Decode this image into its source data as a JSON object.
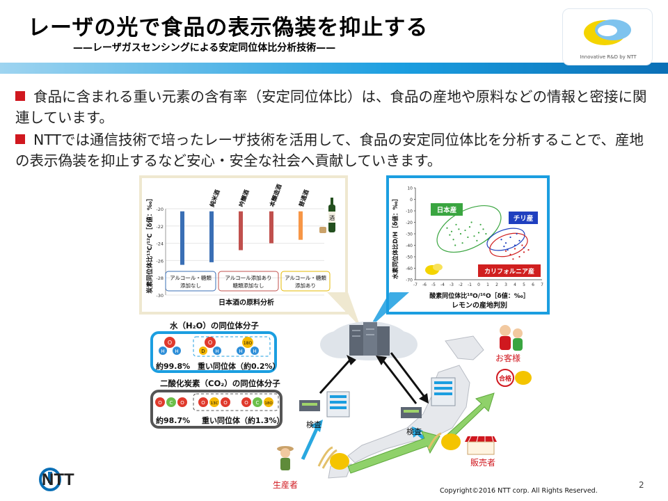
{
  "header": {
    "title": "レーザの光で食品の表示偽装を抑止する",
    "subtitle": "——レーザガスセンシングによる安定同位体比分析技術——",
    "logo_caption": "Innovative R&D by NTT"
  },
  "bullets": [
    "食品に含まれる重い元素の含有率（安定同位体比）は、食品の産地や原料などの情報と密接に関連しています。",
    "NTTでは通信技術で培ったレーザ技術を活用して、食品の安定同位体比を分析することで、産地の表示偽装を抑止するなど安心・安全な社会へ貢献していきます。"
  ],
  "charts": {
    "sake": {
      "ylabel": "炭素同位体比¹³C/¹²C［δ値：‰］",
      "title": "日本酒の原料分析",
      "series_labels": [
        "純米酒",
        "吟醸酒",
        "本醸造酒",
        "普通酒"
      ],
      "groups": [
        "アルコール・糖類\n添加なし",
        "アルコール添加あり\n糖類添加なし",
        "アルコール・糖類\n添加あり"
      ],
      "bottle_label": "酒"
    },
    "lemon": {
      "ylabel": "水素同位体比D/H［δ値：‰］",
      "xlabel": "酸素同位体比¹⁸O/¹⁶O［δ値：‰］",
      "title": "レモンの産地判別",
      "label_japan": "日本産",
      "label_chile": "チリ産",
      "label_california": "カリフォルニア産"
    }
  },
  "chart_data": [
    {
      "type": "bar",
      "title": "日本酒の原料分析",
      "ylabel": "炭素同位体比¹³C/¹²C［δ値：‰］",
      "ylim": [
        -30,
        -20
      ],
      "yticks": [
        -20,
        -22,
        -24,
        -26,
        -28,
        -30
      ],
      "series": [
        {
          "name": "純米酒",
          "color": "#3a6fb5",
          "ranges": [
            [
              -20.3,
              -26.5
            ],
            [
              -20.3,
              -26.2
            ]
          ]
        },
        {
          "name": "吟醸酒",
          "color": "#c0504d",
          "ranges": [
            [
              -20.3,
              -24.8
            ]
          ]
        },
        {
          "name": "本醸造酒",
          "color": "#c0504d",
          "ranges": [
            [
              -20.3,
              -24.0
            ]
          ]
        },
        {
          "name": "普通酒",
          "color": "#f79646",
          "ranges": [
            [
              -20.3,
              -23.6
            ]
          ]
        }
      ]
    },
    {
      "type": "scatter",
      "title": "レモンの産地判別",
      "xlabel": "酸素同位体比¹⁸O/¹⁶O［δ値：‰］",
      "ylabel": "水素同位体比D/H［δ値：‰］",
      "xlim": [
        -7,
        7
      ],
      "ylim": [
        -70,
        10
      ],
      "xticks": [
        -7,
        -6,
        -5,
        -4,
        -3,
        -2,
        -1,
        0,
        1,
        2,
        3,
        4,
        5,
        6,
        7
      ],
      "yticks": [
        10,
        0,
        -10,
        -20,
        -30,
        -40,
        -50,
        -60,
        -70
      ],
      "series": [
        {
          "name": "日本産",
          "color": "#3aa540",
          "points": [
            [
              -3.5,
              -25
            ],
            [
              -3,
              -28
            ],
            [
              -2.5,
              -22
            ],
            [
              -2,
              -30
            ],
            [
              -1.5,
              -27
            ],
            [
              -1,
              -24
            ],
            [
              -0.5,
              -32
            ],
            [
              0,
              -29
            ],
            [
              0.5,
              -26
            ],
            [
              1,
              -35
            ],
            [
              -2.8,
              -35
            ],
            [
              -1.8,
              -38
            ],
            [
              -0.8,
              -20
            ],
            [
              0.2,
              -22
            ],
            [
              -3.2,
              -31
            ],
            [
              -2.2,
              -26
            ],
            [
              -1.2,
              -33
            ],
            [
              0.8,
              -30
            ],
            [
              -0.2,
              -36
            ],
            [
              -2.6,
              -40
            ]
          ]
        },
        {
          "name": "チリ産",
          "color": "#1f3fbf",
          "points": [
            [
              2.5,
              -35
            ],
            [
              3,
              -38
            ],
            [
              3.5,
              -33
            ],
            [
              4,
              -40
            ],
            [
              4.5,
              -36
            ],
            [
              5,
              -42
            ],
            [
              3.2,
              -44
            ],
            [
              4.2,
              -30
            ],
            [
              2.8,
              -41
            ]
          ]
        },
        {
          "name": "カリフォルニア産",
          "color": "#d01f1f",
          "points": [
            [
              3,
              -45
            ],
            [
              3.5,
              -48
            ],
            [
              4,
              -43
            ],
            [
              4.5,
              -50
            ],
            [
              5,
              -46
            ],
            [
              5.5,
              -44
            ],
            [
              3.8,
              -52
            ],
            [
              4.8,
              -40
            ]
          ]
        }
      ]
    }
  ],
  "molecules": {
    "water_title": "水（H₂O）の同位体分子",
    "water_main": "約99.8%",
    "water_heavy": "重い同位体（約0.2%）",
    "co2_title": "二酸化炭素（CO₂）の同位体分子",
    "co2_main": "約98.7%",
    "co2_heavy": "重い同位体（約1.3%）",
    "atom_h": "H",
    "atom_o": "O",
    "atom_c": "C",
    "atom_d": "D",
    "atom_o18": "18O",
    "atom_c13": "13C"
  },
  "flow": {
    "inspection_1": "検査",
    "inspection_2": "検査",
    "customer": "お客様",
    "seller": "販売者",
    "producer": "生産者",
    "pass_stamp": "合格"
  },
  "footer": {
    "copyright": "Copyright©2016  NTT corp. All Rights Reserved.",
    "page_number": "2",
    "ntt": "NTT"
  },
  "colors": {
    "accent_red": "#d0181f",
    "accent_blue": "#1b9ee0",
    "arrow_green": "#6cbf4a",
    "arrow_blue": "#29a8e0"
  }
}
